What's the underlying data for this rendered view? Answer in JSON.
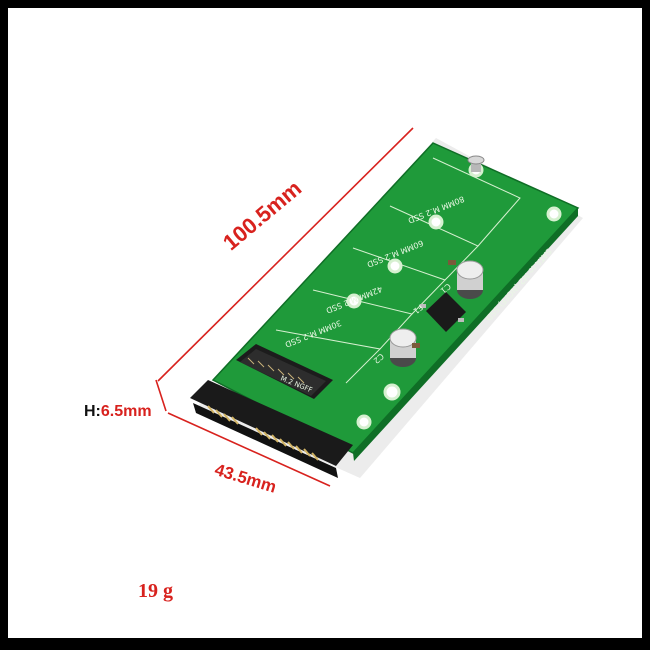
{
  "dimensions": {
    "length": "100.5mm",
    "width": "43.5mm",
    "height_prefix": "H:",
    "height_value": "6.5mm",
    "weight": "19 g"
  },
  "board": {
    "title": "SATA to M2 (NGFF) SSD",
    "labels": [
      "80MM M.2 SSD",
      "60MM M.2 SSD",
      "42MM M.2 SSD",
      "30MM M.2 SSD"
    ],
    "component_labels": [
      "C1",
      "C2",
      "F1"
    ],
    "connector_label": "M.2 NGFF"
  },
  "colors": {
    "pcb": "#1f9a3a",
    "dimension_text": "#d8221e",
    "dimension_line": "#d8221e"
  }
}
